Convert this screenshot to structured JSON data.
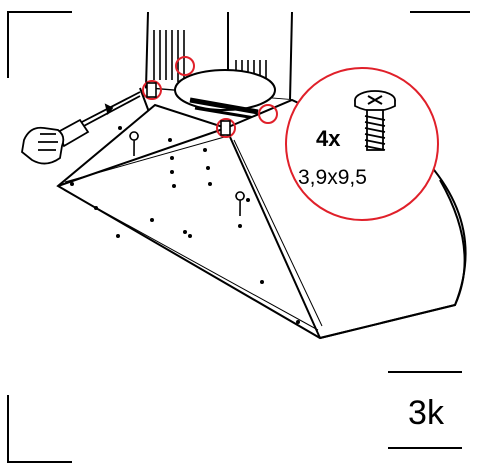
{
  "screw_callout": {
    "quantity": "4x",
    "dimension": "3,9x9,5"
  },
  "step_label": "3k",
  "colors": {
    "highlight_red": "#e0202a",
    "line": "#000000",
    "background": "#ffffff"
  },
  "icons": [
    "screw-icon",
    "screwdriver-icon",
    "hand-icon"
  ]
}
